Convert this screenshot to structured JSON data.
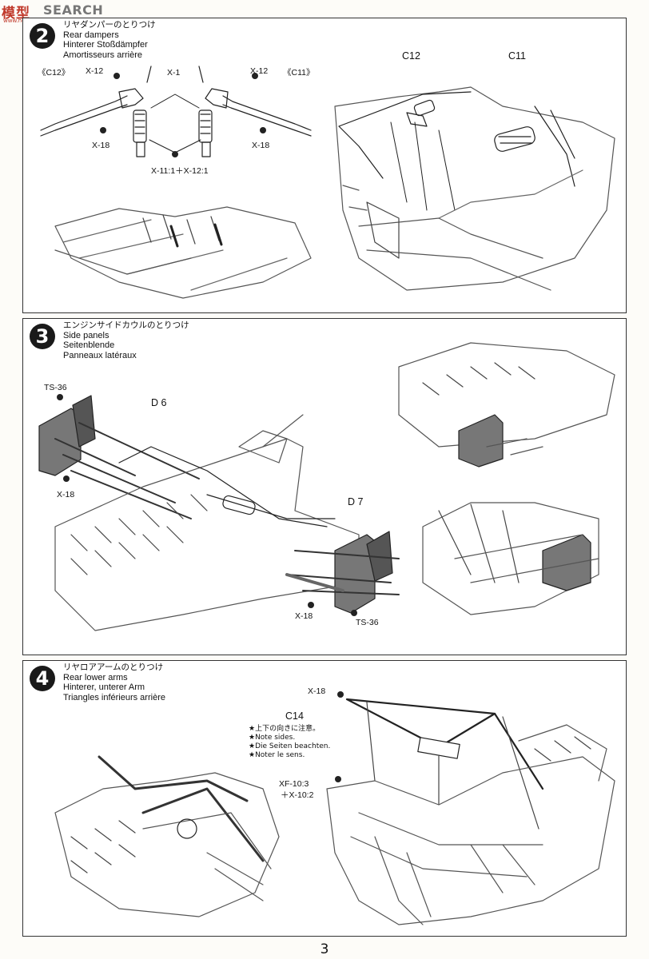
{
  "watermark": {
    "logo": "模型",
    "search": "SEARCH",
    "url": "www.hobbysearch.cn"
  },
  "steps": [
    {
      "number": "2",
      "title_jp": "リヤダンパーのとりつけ",
      "title_en": "Rear dampers",
      "title_de": "Hinterer Stoßdämpfer",
      "title_fr": "Amortisseurs arrière",
      "labels": {
        "c12_bracket": "《C12》",
        "c11_bracket": "《C11》",
        "x12_left": "X-12",
        "x1": "X-1",
        "x12_right": "X-12",
        "x18_left": "X-18",
        "x18_right": "X-18",
        "ratio": "X-11:1＋X-12:1",
        "c12": "C12",
        "c11": "C11"
      }
    },
    {
      "number": "3",
      "title_jp": "エンジンサイドカウルのとりつけ",
      "title_en": "Side panels",
      "title_de": "Seitenblende",
      "title_fr": "Panneaux latéraux",
      "labels": {
        "ts36_top": "TS-36",
        "d6": "D 6",
        "x18_left": "X-18",
        "d7": "D 7",
        "x18_bottom": "X-18",
        "ts36_bottom": "TS-36"
      }
    },
    {
      "number": "4",
      "title_jp": "リヤロアアームのとりつけ",
      "title_en": "Rear lower arms",
      "title_de": "Hinterer, unterer Arm",
      "title_fr": "Triangles inférieurs arrière",
      "labels": {
        "x18": "X-18",
        "c14": "C14",
        "note_jp": "★上下の向きに注意。",
        "note_en": "★Note sides.",
        "note_de": "★Die Seiten beachten.",
        "note_fr": "★Noter le sens.",
        "xf": "XF-10:3",
        "x10": "＋X-10:2"
      }
    }
  ],
  "page_number": "3"
}
